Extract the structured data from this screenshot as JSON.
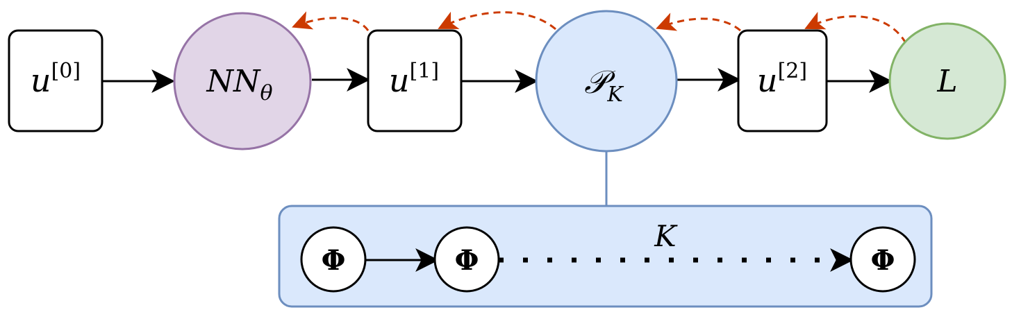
{
  "nodes": {
    "u0": {
      "base": "u",
      "superscript": "[0]"
    },
    "nn": {
      "base": "NN",
      "subscript": "θ",
      "fill_color": "#e1d5e7",
      "stroke_color": "#9673a6"
    },
    "u1": {
      "base": "u",
      "superscript": "[1]"
    },
    "pk": {
      "base": "𝒫",
      "subscript": "K",
      "fill_color": "#dae8fc",
      "stroke_color": "#6c8ebf"
    },
    "u2": {
      "base": "u",
      "superscript": "[2]"
    },
    "l": {
      "base": "L",
      "fill_color": "#d5e8d4",
      "stroke_color": "#82b366"
    }
  },
  "expansion": {
    "label": "K",
    "fill_color": "#dae8fc",
    "stroke_color": "#6c8ebf",
    "phi_nodes": [
      "Φ",
      "Φ",
      "Φ"
    ]
  },
  "colors": {
    "forward_arrow": "#000000",
    "backward_arrow": "#cc3a00"
  }
}
